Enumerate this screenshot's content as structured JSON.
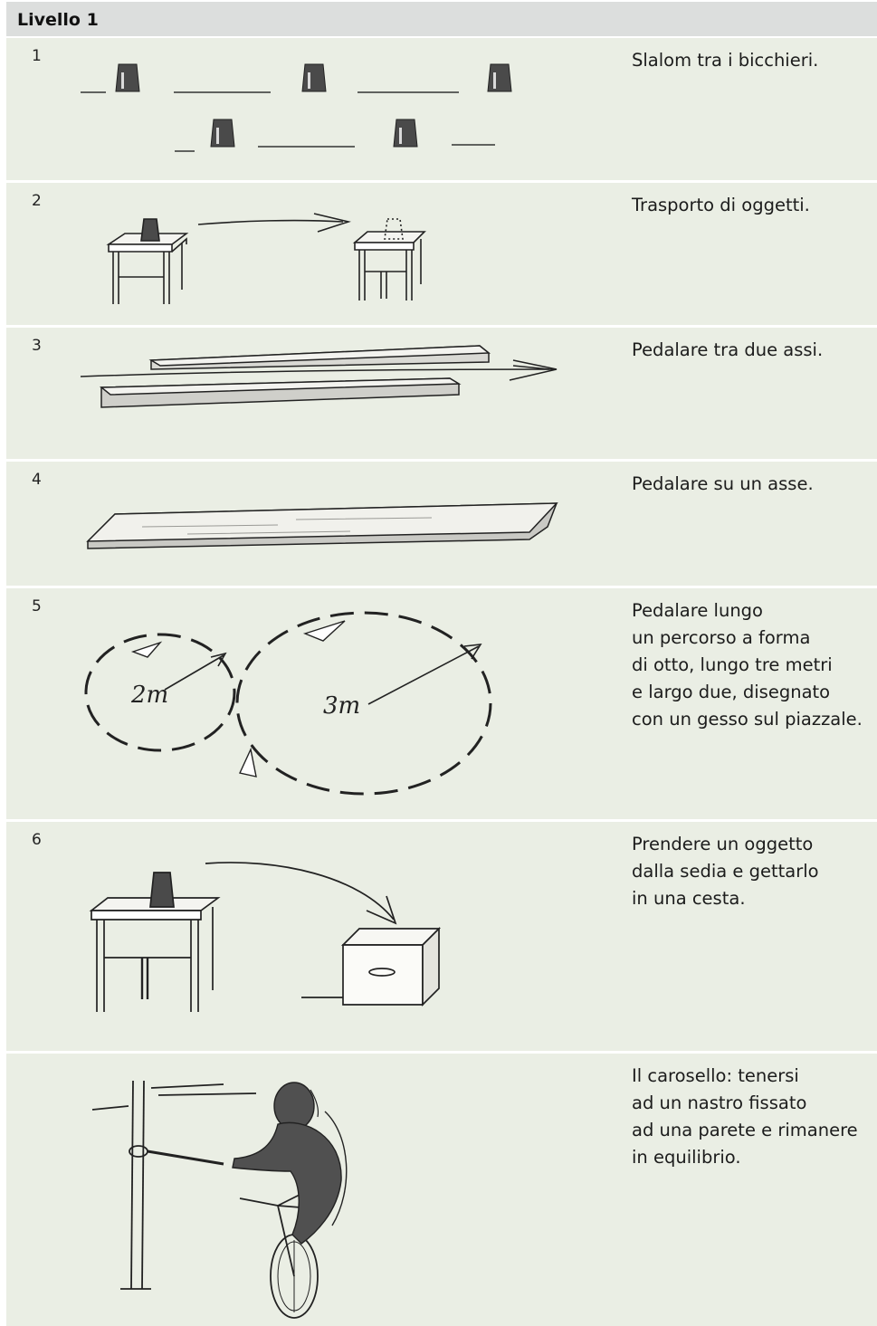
{
  "header": {
    "title": "Livello 1"
  },
  "rows": [
    {
      "num": "1",
      "text": "Slalom tra i bicchieri."
    },
    {
      "num": "2",
      "text": "Trasporto di oggetti."
    },
    {
      "num": "3",
      "text": "Pedalare tra due assi."
    },
    {
      "num": "4",
      "text": "Pedalare su un asse."
    },
    {
      "num": "5",
      "text": "Pedalare lungo\nun percorso a forma\ndi otto, lungo tre metri\ne largo due, disegnato\ncon un gesso sul piazzale.",
      "small_label": "2m",
      "large_label": "3m"
    },
    {
      "num": "6",
      "text": "Prendere un oggetto\ndalla sedia e gettarlo\nin una cesta."
    },
    {
      "num": "",
      "text": "Il carosello: tenersi\nad un nastro fissato\nad una parete e rimanere\nin equilibrio."
    }
  ]
}
